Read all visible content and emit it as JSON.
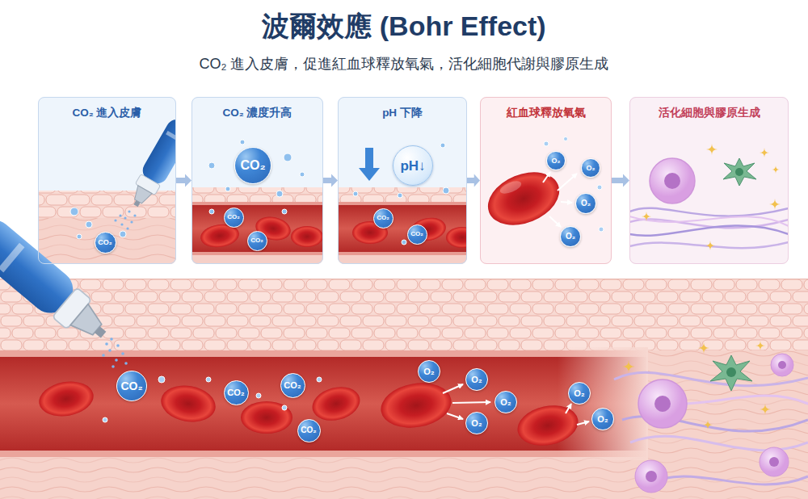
{
  "diagram": {
    "title": "波爾效應 (Bohr Effect)",
    "nodes": [
      {
        "text": [
          "CO₂ 進入皮膚"
        ]
      },
      {
        "text": [
          "CO₂"
        ],
        "in": 0
      },
      {
        "text": [
          "CO₂ 濃度升高"
        ]
      },
      {
        "text": [
          "CO₂"
        ],
        "in": 2
      },
      {
        "text": [
          "CO₂"
        ],
        "in": 2
      },
      {
        "text": [
          "CO₂"
        ],
        "in": 2
      },
      {
        "text": [
          "pH 下降"
        ]
      },
      {
        "text": [
          "pH↓"
        ],
        "in": 6
      },
      {
        "text": [
          "CO₂"
        ],
        "in": 6
      },
      {
        "text": [
          "CO₂"
        ],
        "in": 6
      },
      {
        "text": [
          "紅血球釋放氧氣"
        ]
      },
      {
        "text": [
          "O₂"
        ],
        "in": 10
      },
      {
        "text": [
          "O₂"
        ],
        "in": 10
      },
      {
        "text": [
          "O₂"
        ],
        "in": 10
      },
      {
        "text": [
          "O₂"
        ],
        "in": 10
      },
      {
        "text": [
          "活化細胞與膠原生成"
        ]
      },
      {
        "text": [
          "CO₂"
        ]
      },
      {
        "text": [
          "CO₂"
        ]
      },
      {
        "text": [
          "CO₂"
        ]
      },
      {
        "text": [
          "CO₂"
        ]
      },
      {
        "text": [
          "O₂"
        ]
      },
      {
        "text": [
          "O₂"
        ]
      },
      {
        "text": [
          "O₂"
        ]
      },
      {
        "text": [
          "O₂"
        ]
      },
      {
        "text": [
          "O₂"
        ]
      },
      {
        "text": [
          "O₂"
        ]
      }
    ],
    "edges": [
      {
        "from": 0,
        "to": 2,
        "arrow": "to"
      },
      {
        "from": 2,
        "to": 6,
        "arrow": "to"
      },
      {
        "from": 6,
        "to": 10,
        "arrow": "to"
      },
      {
        "from": 10,
        "to": 15,
        "arrow": "to"
      }
    ],
    "labels": [
      "CO₂ 進入皮膚，促進紅血球釋放氧氣，活化細胞代謝與膠原生成"
    ]
  }
}
